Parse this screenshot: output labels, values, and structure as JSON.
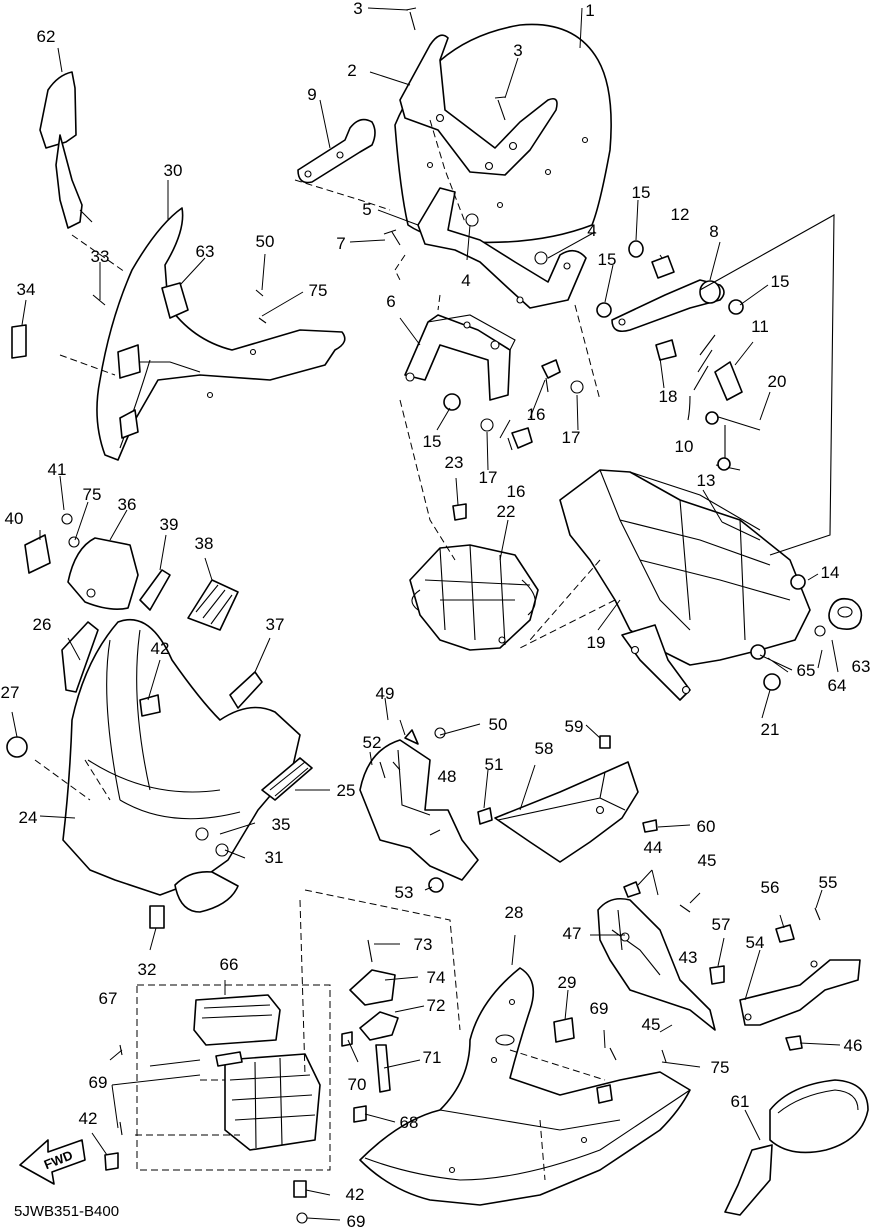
{
  "diagram_code": "5JWB351-B400",
  "fwd_label": "FWD",
  "callouts": [
    "1",
    "2",
    "3",
    "3",
    "4",
    "4",
    "5",
    "6",
    "7",
    "8",
    "9",
    "10",
    "11",
    "12",
    "13",
    "14",
    "15",
    "15",
    "15",
    "15",
    "16",
    "16",
    "17",
    "17",
    "18",
    "19",
    "20",
    "21",
    "22",
    "23",
    "24",
    "25",
    "26",
    "27",
    "28",
    "29",
    "30",
    "31",
    "32",
    "33",
    "34",
    "35",
    "36",
    "37",
    "38",
    "39",
    "40",
    "41",
    "42",
    "42",
    "42",
    "43",
    "44",
    "45",
    "45",
    "46",
    "47",
    "48",
    "49",
    "50",
    "50",
    "51",
    "52",
    "53",
    "54",
    "55",
    "56",
    "57",
    "58",
    "59",
    "60",
    "61",
    "62",
    "63",
    "63",
    "64",
    "65",
    "66",
    "67",
    "68",
    "69",
    "69",
    "69",
    "70",
    "71",
    "72",
    "73",
    "74",
    "75",
    "75",
    "75"
  ]
}
